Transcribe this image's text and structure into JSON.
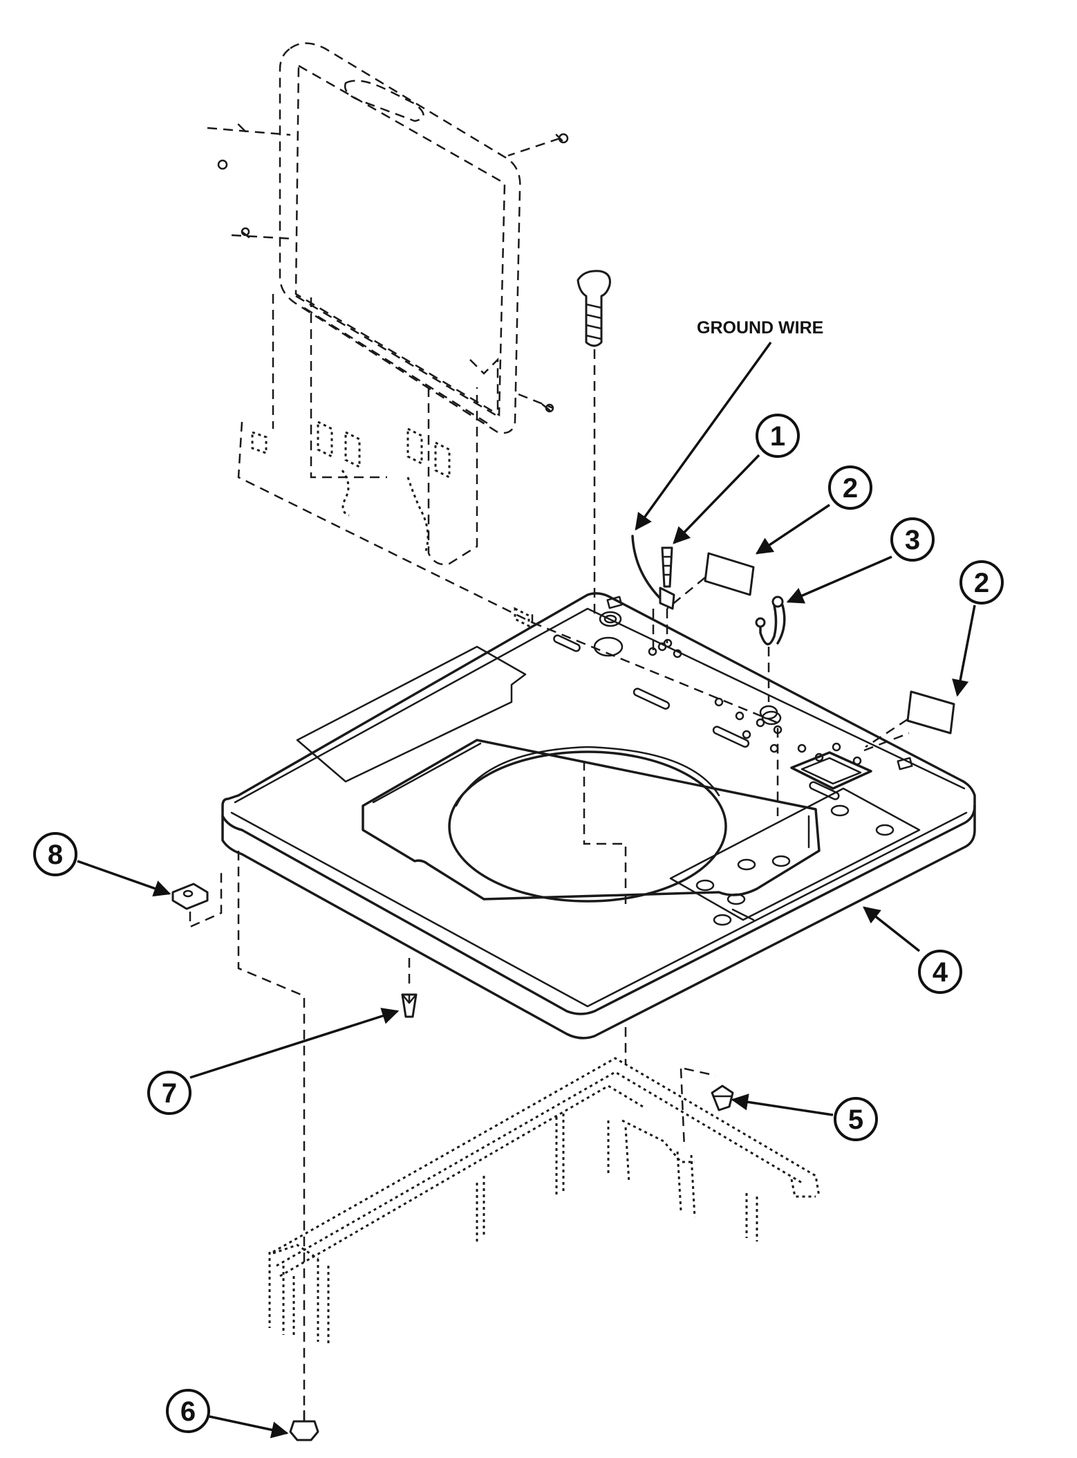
{
  "annotations": {
    "ground_wire_label": "GROUND WIRE"
  },
  "callouts": [
    {
      "id": "1",
      "label": "1"
    },
    {
      "id": "2a",
      "label": "2"
    },
    {
      "id": "3",
      "label": "3"
    },
    {
      "id": "2b",
      "label": "2"
    },
    {
      "id": "4",
      "label": "4"
    },
    {
      "id": "5",
      "label": "5"
    },
    {
      "id": "6",
      "label": "6"
    },
    {
      "id": "7",
      "label": "7"
    },
    {
      "id": "8",
      "label": "8"
    }
  ],
  "colors": {
    "line": "#1a1a1a",
    "background": "#ffffff"
  }
}
